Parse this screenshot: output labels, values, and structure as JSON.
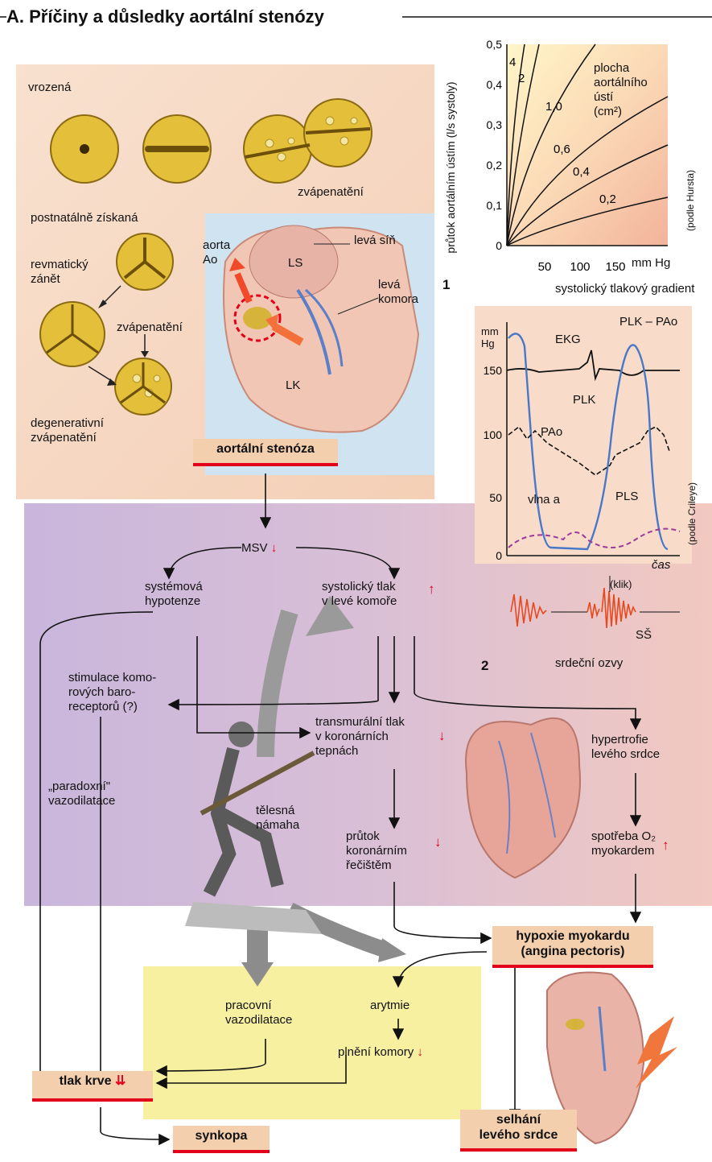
{
  "title": "A. Příčiny a důsledky aortální stenózy",
  "causes": {
    "vrozena": "vrozená",
    "zvapenateni1": "zvápenatění",
    "postnatalne": "postnatálně získaná",
    "revmaticky": "revmatický\nzánět",
    "zvapenateni2": "zvápenatění",
    "degenerativni": "degenerativní\nzvápenatění"
  },
  "heart_labels": {
    "aorta": "aorta\nAo",
    "ls": "LS",
    "leva_sin": "levá síň",
    "leva_komora": "levá\nkomora",
    "lk": "LK"
  },
  "boxes": {
    "aortalni_stenoza": "aortální stenóza",
    "hypoxie": "hypoxie myokardu\n(angina pectoris)",
    "tlak_krve": "tlak krve",
    "synkopa": "synkopa",
    "selhani": "selhání\nlevého srdce"
  },
  "flow": {
    "msv": "MSV",
    "systemova": "systémová\nhypotenze",
    "systolicky": "systolický tlak\nv levé komoře",
    "stimulace": "stimulace komo-\nrových baro-\nreceptorů (?)",
    "transmuralni": "transmurální tlak\nv koronárních\ntepnách",
    "hypertrofie": "hypertrofie\nlevého srdce",
    "paradoxni": "„paradoxní\"\nvazodilatace",
    "telesna": "tělesná\nnámaha",
    "prutok": "průtok\nkoronárním\nřečištěm",
    "spotreba": "spotřeba O₂\nmyokardem",
    "pracovni": "pracovní\nvazodilatace",
    "arytmie": "arytmie",
    "plneni": "plnění komory"
  },
  "chart1": {
    "number": "1",
    "ylabel": "průtok aortálním ústím (l/s systoly)",
    "xlabel": "systolický tlakový gradient",
    "xunit": "mm Hg",
    "source": "(podle Hursta)",
    "legend": "plocha\naortálního\nústí\n(cm²)",
    "y_ticks": [
      "0,5",
      "0,4",
      "0,3",
      "0,2",
      "0,1",
      "0"
    ],
    "x_ticks": [
      "50",
      "100",
      "150"
    ],
    "curve_labels": [
      "4",
      "2",
      "1,0",
      "0,6",
      "0,4",
      "0,2"
    ]
  },
  "chart2": {
    "number": "2",
    "unit": "mm\nHg",
    "y_ticks": [
      "150",
      "100",
      "50",
      "0"
    ],
    "ekg": "EKG",
    "plk_pao": "PLK – PAo",
    "plk": "PLK",
    "pao": "PAo",
    "pls": "PLS",
    "vlna": "vlna a",
    "cas": "čas",
    "klik": "(klik)",
    "ss": "SŠ",
    "ozvy": "srdeční ozvy",
    "source": "(podle Crileye)"
  },
  "colors": {
    "accent_red": "#e3001b",
    "box_fill": "#f3cfae",
    "purple_zone": "#cdb5d9",
    "yellow_zone": "#f6f0a0",
    "peach_zone": "#f6d9c2",
    "blue_zone": "#cfe3f1",
    "arrow_gray": "#8c8c8c"
  },
  "icons": [
    "arrow-down-red-icon",
    "arrow-up-red-icon",
    "double-arrow-down-red-icon",
    "lightning-icon"
  ]
}
